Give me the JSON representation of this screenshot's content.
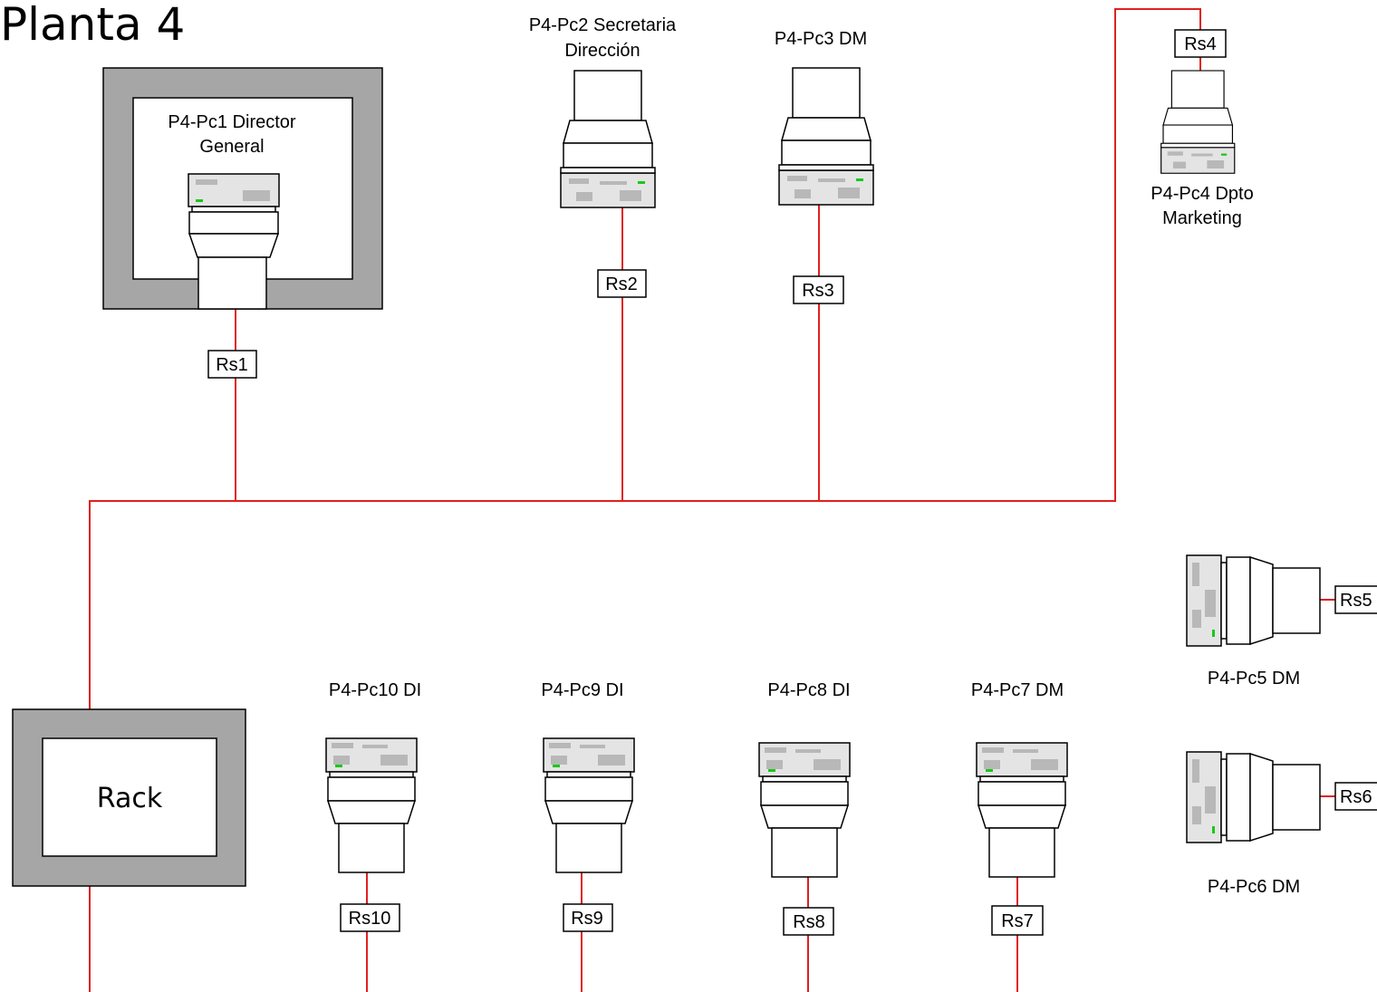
{
  "title": "Planta 4",
  "rack": {
    "label": "Rack"
  },
  "pc1": {
    "label_line1": "P4-Pc1 Director",
    "label_line2": "General",
    "socket": "Rs1"
  },
  "pc2": {
    "label_line1": "P4-Pc2 Secretaria",
    "label_line2": "Dirección",
    "socket": "Rs2"
  },
  "pc3": {
    "label": "P4-Pc3 DM",
    "socket": "Rs3"
  },
  "pc4": {
    "label_line1": "P4-Pc4 Dpto",
    "label_line2": "Marketing",
    "socket": "Rs4"
  },
  "pc5": {
    "label": "P4-Pc5 DM",
    "socket": "Rs5"
  },
  "pc6": {
    "label": "P4-Pc6 DM",
    "socket": "Rs6"
  },
  "pc7": {
    "label": "P4-Pc7 DM",
    "socket": "Rs7"
  },
  "pc8": {
    "label": "P4-Pc8 DI",
    "socket": "Rs8"
  },
  "pc9": {
    "label": "P4-Pc9 DI",
    "socket": "Rs9"
  },
  "pc10": {
    "label": "P4-Pc10 DI",
    "socket": "Rs10"
  },
  "colors": {
    "cable": "#e02020",
    "wall": "#a6a6a6",
    "led": "#19c819"
  },
  "icons": {
    "workstation": "desktop-computer-icon",
    "room": "office-room"
  }
}
